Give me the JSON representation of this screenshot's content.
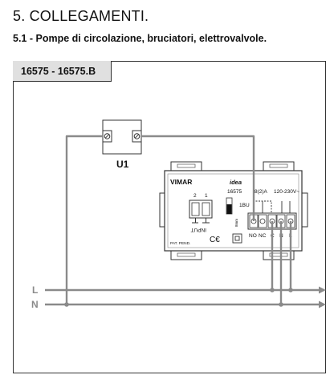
{
  "section": {
    "title": "5. COLLEGAMENTI.",
    "subtitle": "5.1 - Pompe di circolazione, bruciatori, elettrovalvole."
  },
  "figure": {
    "model_label": "16575 - 16575.B",
    "load_label": "U1",
    "lines": {
      "live": "L",
      "neutral": "N"
    },
    "device": {
      "brand": "VIMAR",
      "series": "idea",
      "code": "16575",
      "input_numbers": [
        "2",
        "1"
      ],
      "input_label": "INPUT",
      "relay_rating": "8(2)A",
      "supply_rating": "120-230V~",
      "relay_label": "1BU",
      "length_label": "8mm",
      "terminals": [
        "NO",
        "NC",
        "C",
        "N",
        "L"
      ],
      "patent_label": "PAT. PEND."
    }
  }
}
